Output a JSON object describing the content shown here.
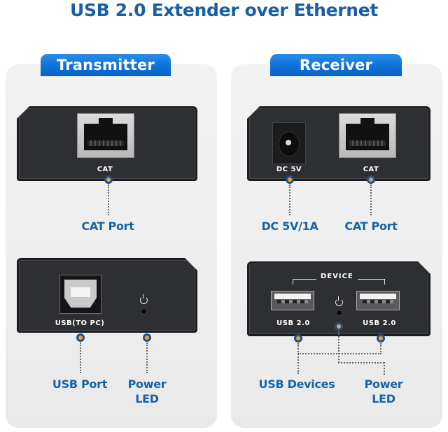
{
  "title": "USB 2.0 Extender over Ethernet",
  "transmitter": {
    "badge": "Transmitter",
    "top_device": {
      "port_labels": [
        "CAT"
      ],
      "callouts": [
        "CAT Port"
      ]
    },
    "bottom_device": {
      "port_labels": [
        "USB(TO PC)"
      ],
      "callouts": [
        "USB Port",
        "Power",
        "LED"
      ]
    }
  },
  "receiver": {
    "badge": "Receiver",
    "top_device": {
      "port_labels": [
        "DC 5V",
        "CAT"
      ],
      "callouts": [
        "DC 5V/1A",
        "CAT Port"
      ]
    },
    "bottom_device": {
      "group_label": "DEVICE",
      "port_labels": [
        "USB 2.0",
        "USB 2.0"
      ],
      "callouts": [
        "USB Devices",
        "Power",
        "LED"
      ]
    }
  },
  "icons": {
    "power": "power-symbol",
    "callout_marker": "orange-blue-dot"
  },
  "colors": {
    "title": "#1a5fa5",
    "badge": "#0d6fd8",
    "callout_text": "#1563a8",
    "device_body": "#2e2f33",
    "panel_bg": "#efefef",
    "marker_orange": "#f5a030",
    "marker_blue": "#1d4f8c"
  }
}
